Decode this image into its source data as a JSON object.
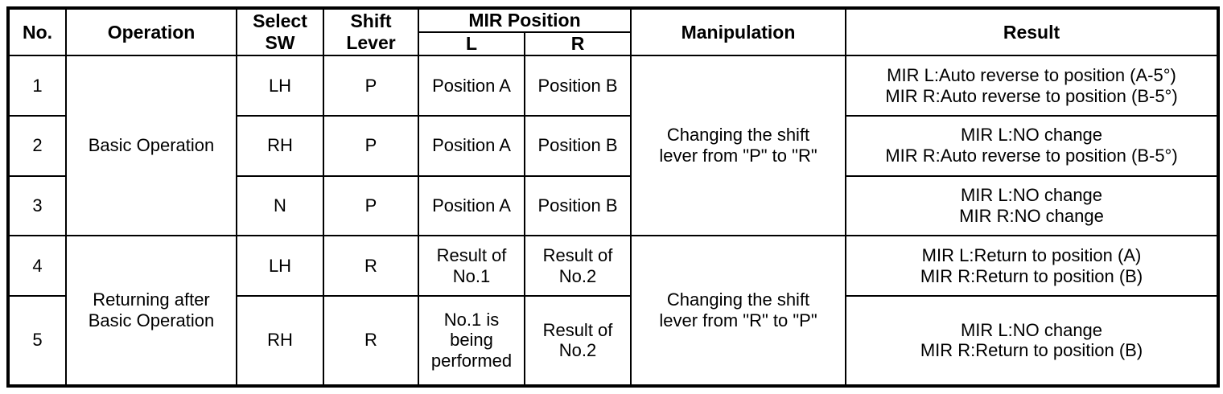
{
  "table": {
    "headers": {
      "no": "No.",
      "operation": "Operation",
      "select_sw": "Select\nSW",
      "shift_lever": "Shift\nLever",
      "mir_position": "MIR Position",
      "mir_l": "L",
      "mir_r": "R",
      "manipulation": "Manipulation",
      "result": "Result"
    },
    "groups": [
      {
        "operation": "Basic Operation",
        "manipulation": "Changing the shift\nlever from \"P\" to \"R\"",
        "rows": [
          {
            "no": "1",
            "select_sw": "LH",
            "shift_lever": "P",
            "mir_l": "Position A",
            "mir_r": "Position B",
            "result": "MIR L:Auto reverse to position (A-5°)\nMIR R:Auto reverse to position (B-5°)"
          },
          {
            "no": "2",
            "select_sw": "RH",
            "shift_lever": "P",
            "mir_l": "Position A",
            "mir_r": "Position B",
            "result": "MIR L:NO change\nMIR R:Auto reverse to position (B-5°)"
          },
          {
            "no": "3",
            "select_sw": "N",
            "shift_lever": "P",
            "mir_l": "Position A",
            "mir_r": "Position B",
            "result": "MIR L:NO change\nMIR R:NO change"
          }
        ]
      },
      {
        "operation": "Returning after\nBasic Operation",
        "manipulation": "Changing the shift\nlever from \"R\" to \"P\"",
        "rows": [
          {
            "no": "4",
            "select_sw": "LH",
            "shift_lever": "R",
            "mir_l": "Result of\nNo.1",
            "mir_r": "Result of\nNo.2",
            "result": "MIR L:Return to position (A)\nMIR R:Return to position (B)"
          },
          {
            "no": "5",
            "select_sw": "RH",
            "shift_lever": "R",
            "mir_l": "No.1 is\nbeing\nperformed",
            "mir_r": "Result of\nNo.2",
            "result": "MIR L:NO change\nMIR R:Return to position (B)"
          }
        ]
      }
    ]
  },
  "colors": {
    "border": "#000000",
    "text": "#000000",
    "background": "#ffffff"
  }
}
